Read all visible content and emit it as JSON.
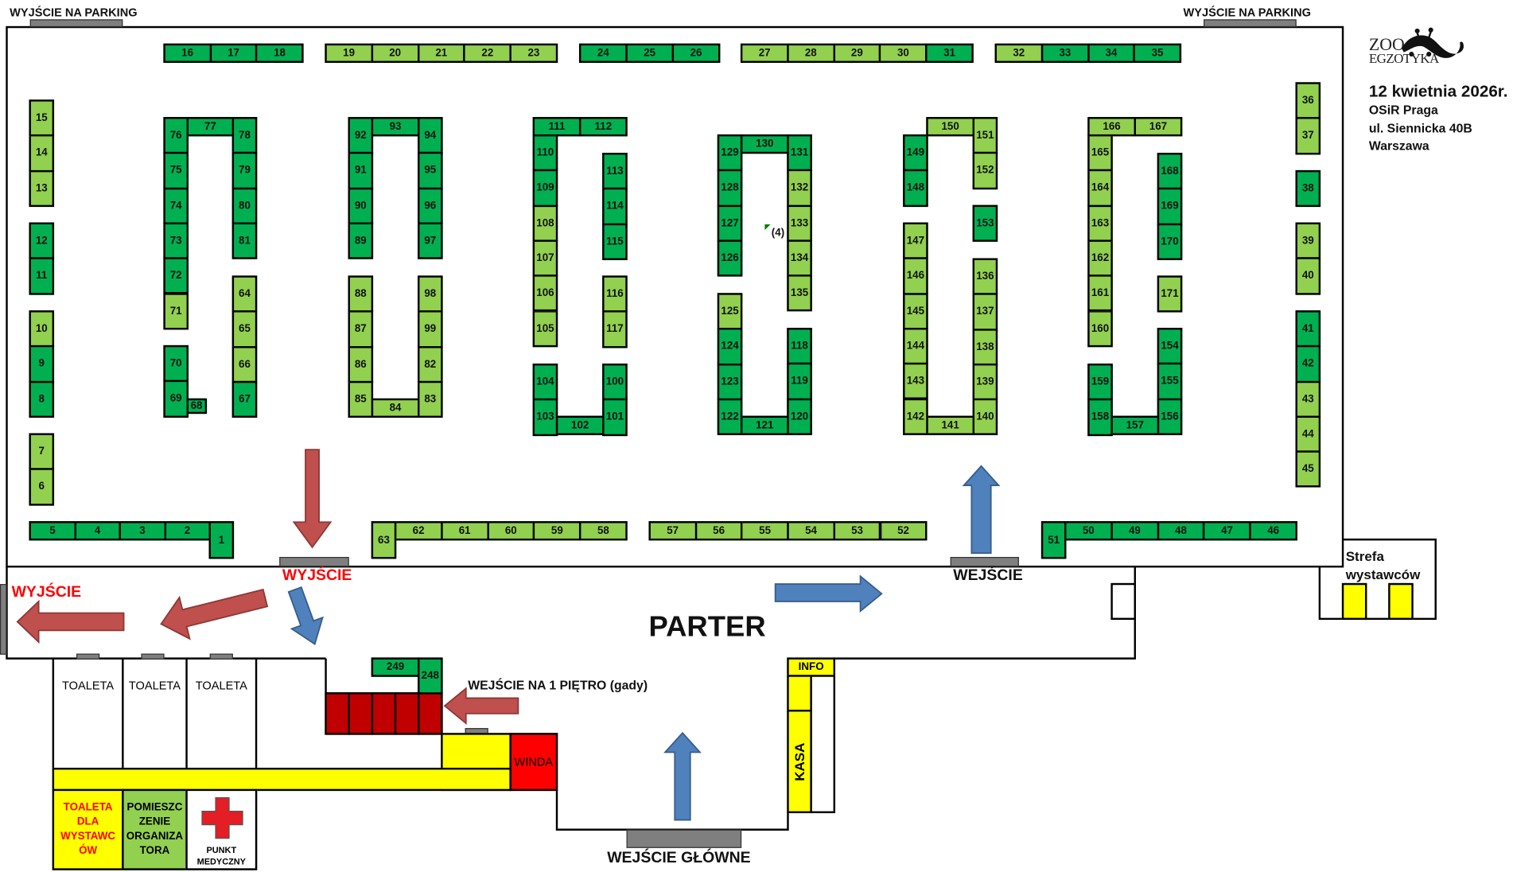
{
  "header": {
    "logo_text_top": "ZOO",
    "logo_text_bottom": "EGZOTYKA",
    "date": "12 kwietnia 2026r.",
    "venue": "OSiR Praga",
    "address": "ul. Siennicka 40B",
    "city": "Warszawa"
  },
  "labels": {
    "parking_exit_left": "WYJŚCIE NA PARKING",
    "parking_exit_right": "WYJŚCIE NA PARKING",
    "exit_center": "WYJŚCIE",
    "exit_left": "WYJŚCIE",
    "entrance": "WEJŚCIE",
    "floor": "PARTER",
    "first_floor_entrance": "WEJŚCIE NA 1 PIĘTRO (gady)",
    "main_entrance": "WEJŚCIE GŁÓWNE",
    "exhibitor_zone_line1": "Strefa",
    "exhibitor_zone_line2": "wystawców",
    "note": "(4)",
    "toilet_1": "TOALETA",
    "toilet_2": "TOALETA",
    "toilet_3": "TOALETA",
    "exhibitor_toilet": [
      "TOALETA",
      "DLA",
      "WYSTAWC",
      "ÓW"
    ],
    "organizer_room": [
      "POMIESZC",
      "ZENIE",
      "ORGANIZA",
      "TORA"
    ],
    "medical": [
      "PUNKT",
      "MEDYCZNY"
    ],
    "elevator": "WINDA",
    "info": "INFO",
    "cashier": "KASA"
  },
  "colors": {
    "dark": "#00b050",
    "light": "#92d050",
    "stairs": "#c00000",
    "elevator": "#ff0000",
    "corridor": "#ffff00",
    "arrow_red": "#c0504d",
    "arrow_blue": "#4f81bd",
    "exit_text": "#ff0000"
  },
  "icons": [
    "medical-cross-icon",
    "lizard-logo-icon",
    "arrow-icon"
  ],
  "stalls": [
    {
      "number": "1",
      "type": "dark"
    },
    {
      "number": "2",
      "type": "dark"
    },
    {
      "number": "3",
      "type": "dark"
    },
    {
      "number": "4",
      "type": "dark"
    },
    {
      "number": "5",
      "type": "dark"
    },
    {
      "number": "6",
      "type": "light"
    },
    {
      "number": "7",
      "type": "light"
    },
    {
      "number": "8",
      "type": "dark"
    },
    {
      "number": "9",
      "type": "dark"
    },
    {
      "number": "10",
      "type": "light"
    },
    {
      "number": "11",
      "type": "dark"
    },
    {
      "number": "12",
      "type": "dark"
    },
    {
      "number": "13",
      "type": "light"
    },
    {
      "number": "14",
      "type": "light"
    },
    {
      "number": "15",
      "type": "light"
    },
    {
      "number": "16",
      "type": "dark"
    },
    {
      "number": "17",
      "type": "dark"
    },
    {
      "number": "18",
      "type": "dark"
    },
    {
      "number": "19",
      "type": "light"
    },
    {
      "number": "20",
      "type": "light"
    },
    {
      "number": "21",
      "type": "light"
    },
    {
      "number": "22",
      "type": "light"
    },
    {
      "number": "23",
      "type": "light"
    },
    {
      "number": "24",
      "type": "dark"
    },
    {
      "number": "25",
      "type": "dark"
    },
    {
      "number": "26",
      "type": "dark"
    },
    {
      "number": "27",
      "type": "light"
    },
    {
      "number": "28",
      "type": "light"
    },
    {
      "number": "29",
      "type": "light"
    },
    {
      "number": "30",
      "type": "light"
    },
    {
      "number": "31",
      "type": "dark"
    },
    {
      "number": "32",
      "type": "light"
    },
    {
      "number": "33",
      "type": "dark"
    },
    {
      "number": "34",
      "type": "dark"
    },
    {
      "number": "35",
      "type": "dark"
    },
    {
      "number": "36",
      "type": "light"
    },
    {
      "number": "37",
      "type": "light"
    },
    {
      "number": "38",
      "type": "dark"
    },
    {
      "number": "39",
      "type": "light"
    },
    {
      "number": "40",
      "type": "light"
    },
    {
      "number": "41",
      "type": "dark"
    },
    {
      "number": "42",
      "type": "dark"
    },
    {
      "number": "43",
      "type": "light"
    },
    {
      "number": "44",
      "type": "light"
    },
    {
      "number": "45",
      "type": "light"
    },
    {
      "number": "46",
      "type": "dark"
    },
    {
      "number": "47",
      "type": "dark"
    },
    {
      "number": "48",
      "type": "dark"
    },
    {
      "number": "49",
      "type": "dark"
    },
    {
      "number": "50",
      "type": "dark"
    },
    {
      "number": "51",
      "type": "dark"
    },
    {
      "number": "52",
      "type": "light"
    },
    {
      "number": "53",
      "type": "light"
    },
    {
      "number": "54",
      "type": "light"
    },
    {
      "number": "55",
      "type": "light"
    },
    {
      "number": "56",
      "type": "light"
    },
    {
      "number": "57",
      "type": "light"
    },
    {
      "number": "58",
      "type": "light"
    },
    {
      "number": "59",
      "type": "light"
    },
    {
      "number": "60",
      "type": "light"
    },
    {
      "number": "61",
      "type": "light"
    },
    {
      "number": "62",
      "type": "light"
    },
    {
      "number": "63",
      "type": "light"
    },
    {
      "number": "64",
      "type": "light"
    },
    {
      "number": "65",
      "type": "light"
    },
    {
      "number": "66",
      "type": "light"
    },
    {
      "number": "67",
      "type": "dark"
    },
    {
      "number": "68",
      "type": "dark"
    },
    {
      "number": "69",
      "type": "dark"
    },
    {
      "number": "70",
      "type": "dark"
    },
    {
      "number": "71",
      "type": "light"
    },
    {
      "number": "72",
      "type": "dark"
    },
    {
      "number": "73",
      "type": "dark"
    },
    {
      "number": "74",
      "type": "dark"
    },
    {
      "number": "75",
      "type": "dark"
    },
    {
      "number": "76",
      "type": "dark"
    },
    {
      "number": "77",
      "type": "dark"
    },
    {
      "number": "78",
      "type": "dark"
    },
    {
      "number": "79",
      "type": "dark"
    },
    {
      "number": "80",
      "type": "dark"
    },
    {
      "number": "81",
      "type": "dark"
    },
    {
      "number": "82",
      "type": "light"
    },
    {
      "number": "83",
      "type": "light"
    },
    {
      "number": "84",
      "type": "light"
    },
    {
      "number": "85",
      "type": "light"
    },
    {
      "number": "86",
      "type": "light"
    },
    {
      "number": "87",
      "type": "light"
    },
    {
      "number": "88",
      "type": "light"
    },
    {
      "number": "89",
      "type": "dark"
    },
    {
      "number": "90",
      "type": "dark"
    },
    {
      "number": "91",
      "type": "dark"
    },
    {
      "number": "92",
      "type": "dark"
    },
    {
      "number": "93",
      "type": "dark"
    },
    {
      "number": "94",
      "type": "dark"
    },
    {
      "number": "95",
      "type": "dark"
    },
    {
      "number": "96",
      "type": "dark"
    },
    {
      "number": "97",
      "type": "dark"
    },
    {
      "number": "98",
      "type": "light"
    },
    {
      "number": "99",
      "type": "light"
    },
    {
      "number": "100",
      "type": "dark"
    },
    {
      "number": "101",
      "type": "dark"
    },
    {
      "number": "102",
      "type": "dark"
    },
    {
      "number": "103",
      "type": "dark"
    },
    {
      "number": "104",
      "type": "dark"
    },
    {
      "number": "105",
      "type": "light"
    },
    {
      "number": "106",
      "type": "light"
    },
    {
      "number": "107",
      "type": "light"
    },
    {
      "number": "108",
      "type": "light"
    },
    {
      "number": "109",
      "type": "dark"
    },
    {
      "number": "110",
      "type": "dark"
    },
    {
      "number": "111",
      "type": "dark"
    },
    {
      "number": "112",
      "type": "dark"
    },
    {
      "number": "113",
      "type": "dark"
    },
    {
      "number": "114",
      "type": "dark"
    },
    {
      "number": "115",
      "type": "dark"
    },
    {
      "number": "116",
      "type": "light"
    },
    {
      "number": "117",
      "type": "light"
    },
    {
      "number": "118",
      "type": "dark"
    },
    {
      "number": "119",
      "type": "dark"
    },
    {
      "number": "120",
      "type": "dark"
    },
    {
      "number": "121",
      "type": "dark"
    },
    {
      "number": "122",
      "type": "dark"
    },
    {
      "number": "123",
      "type": "dark"
    },
    {
      "number": "124",
      "type": "dark"
    },
    {
      "number": "125",
      "type": "light"
    },
    {
      "number": "126",
      "type": "dark"
    },
    {
      "number": "127",
      "type": "dark"
    },
    {
      "number": "128",
      "type": "dark"
    },
    {
      "number": "129",
      "type": "dark"
    },
    {
      "number": "130",
      "type": "dark"
    },
    {
      "number": "131",
      "type": "dark"
    },
    {
      "number": "132",
      "type": "light"
    },
    {
      "number": "133",
      "type": "light"
    },
    {
      "number": "134",
      "type": "light"
    },
    {
      "number": "135",
      "type": "light"
    },
    {
      "number": "136",
      "type": "light"
    },
    {
      "number": "137",
      "type": "light"
    },
    {
      "number": "138",
      "type": "light"
    },
    {
      "number": "139",
      "type": "light"
    },
    {
      "number": "140",
      "type": "light"
    },
    {
      "number": "141",
      "type": "light"
    },
    {
      "number": "142",
      "type": "light"
    },
    {
      "number": "143",
      "type": "light"
    },
    {
      "number": "144",
      "type": "light"
    },
    {
      "number": "145",
      "type": "light"
    },
    {
      "number": "146",
      "type": "light"
    },
    {
      "number": "147",
      "type": "light"
    },
    {
      "number": "148",
      "type": "dark"
    },
    {
      "number": "149",
      "type": "dark"
    },
    {
      "number": "150",
      "type": "light"
    },
    {
      "number": "151",
      "type": "light"
    },
    {
      "number": "152",
      "type": "light"
    },
    {
      "number": "153",
      "type": "dark"
    },
    {
      "number": "154",
      "type": "dark"
    },
    {
      "number": "155",
      "type": "dark"
    },
    {
      "number": "156",
      "type": "dark"
    },
    {
      "number": "157",
      "type": "dark"
    },
    {
      "number": "158",
      "type": "dark"
    },
    {
      "number": "159",
      "type": "dark"
    },
    {
      "number": "160",
      "type": "light"
    },
    {
      "number": "161",
      "type": "light"
    },
    {
      "number": "162",
      "type": "light"
    },
    {
      "number": "163",
      "type": "light"
    },
    {
      "number": "164",
      "type": "light"
    },
    {
      "number": "165",
      "type": "light"
    },
    {
      "number": "166",
      "type": "light"
    },
    {
      "number": "167",
      "type": "light"
    },
    {
      "number": "168",
      "type": "dark"
    },
    {
      "number": "169",
      "type": "dark"
    },
    {
      "number": "170",
      "type": "dark"
    },
    {
      "number": "171",
      "type": "light"
    },
    {
      "number": "248",
      "type": "dark"
    },
    {
      "number": "249",
      "type": "dark"
    }
  ]
}
